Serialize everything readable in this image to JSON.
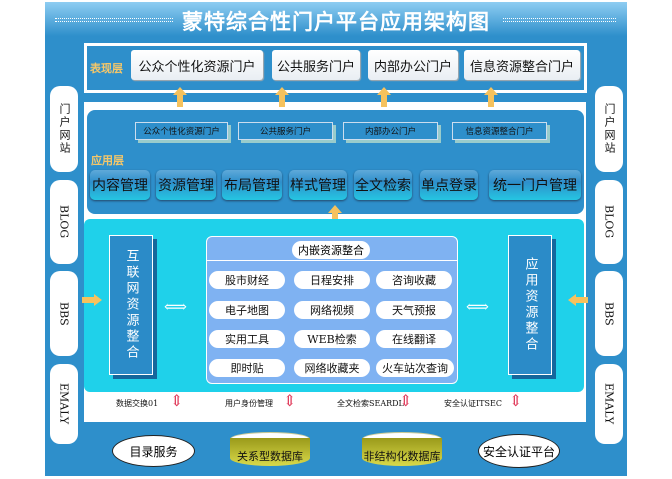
{
  "title": "蒙特综合性门户平台应用架构图",
  "presentation_layer": {
    "label": "表现层",
    "portals": [
      "公众个性化资源门户",
      "公共服务门户",
      "内部办公门户",
      "信息资源整合门户"
    ]
  },
  "application_layer": {
    "label": "应用层",
    "portal_modules": [
      "公众个性化资源门户",
      "公共服务门户",
      "内部办公门户",
      "信息资源整合门户"
    ],
    "functions": [
      "内容管理",
      "资源管理",
      "布局管理",
      "样式管理",
      "全文检索",
      "单点登录",
      "统一门户管理"
    ]
  },
  "integration": {
    "left_box": "互联网资源整合",
    "right_box": "应用资源整合",
    "embedded_title": "内嵌资源整合",
    "embedded_items": [
      "股市财经",
      "日程安排",
      "咨询收藏",
      "电子地图",
      "网络视频",
      "天气预报",
      "实用工具",
      "WEB检索",
      "在线翻译",
      "即时贴",
      "网络收藏夹",
      "火车站次查询"
    ]
  },
  "services": [
    "数据交换01",
    "用户身份管理",
    "全文检索SEARDL",
    "安全认证ITSEC"
  ],
  "foundation": {
    "directory": "目录服务",
    "rdb": "关系型数据库",
    "nosql": "非结构化数据库",
    "security": "安全认证平台"
  },
  "side_channels": [
    "门户网站",
    "BLOG",
    "BBS",
    "EMALY"
  ],
  "colors": {
    "frame": "#2e8fcb",
    "accent": "#f6c25d",
    "cyan": "#1fd1ea",
    "inner": "#7fb2f2"
  }
}
